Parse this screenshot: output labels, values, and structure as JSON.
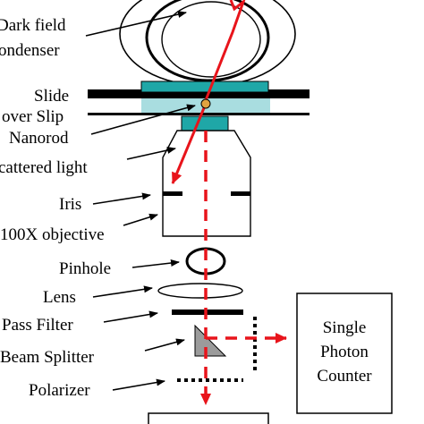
{
  "labels": {
    "dark_field": "Dark field",
    "condenser": "ondenser",
    "slide": "Slide",
    "cover_slip": "over Slip",
    "nanorod": "Nanorod",
    "scattered_light": "cattered light",
    "iris": "Iris",
    "objective": "100X objective",
    "pinhole": "Pinhole",
    "lens": "Lens",
    "pass_filter": "Pass Filter",
    "beam_splitter": "Beam Splitter",
    "polarizer": "Polarizer"
  },
  "detector_box": {
    "line1": "Single",
    "line2": "Photon",
    "line3": "Counter"
  },
  "colors": {
    "beam": "#e8141b",
    "slide_fill": "#1fa7a7",
    "coverslip_fill": "#a9dde0",
    "nanorod_fill": "#e0a340",
    "splitter_fill": "#9b9b9b"
  }
}
